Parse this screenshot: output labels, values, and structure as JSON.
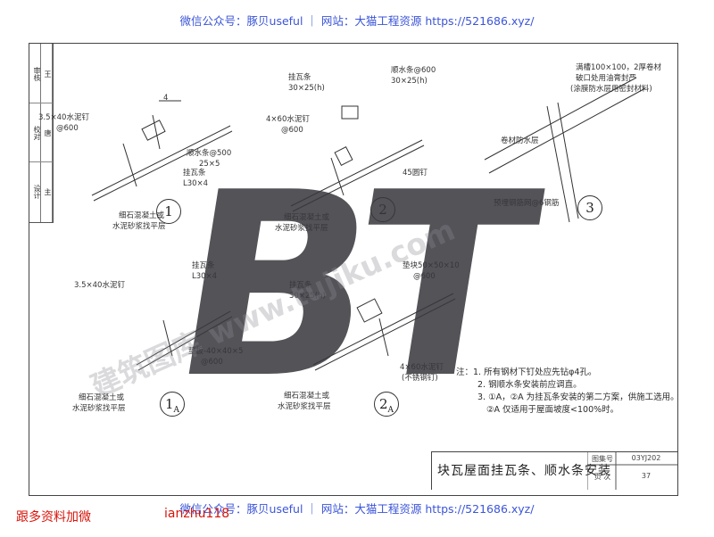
{
  "header": {
    "top_banner": "微信公众号：豚贝useful ｜ 网站：大猫工程资源 https://521686.xyz/",
    "bottom_banner": "微信公众号：豚贝useful ｜ 网站：大猫工程资源 https://521686.xyz/"
  },
  "title_block": {
    "col1": [
      "审核",
      "校对",
      "设计"
    ],
    "col2": [
      "王",
      "唐",
      "主"
    ]
  },
  "details": {
    "d1": {
      "number": "1",
      "labels": {
        "nail": "3.5×40水泥钉",
        "nail_spacing": "@600",
        "batten": "挂瓦条",
        "batten_size": "L30×4",
        "counter_batten": "顺水条@500",
        "counter_batten_size": "25×5",
        "screed": "细石混凝土或",
        "screed2": "水泥砂浆找平层",
        "dim_a": "4"
      }
    },
    "d2": {
      "number": "2",
      "labels": {
        "batten": "挂瓦条",
        "batten_size": "30×25(h)",
        "counter_batten": "顺水条@600",
        "counter_batten_size": "30×25(h)",
        "nail": "4×60水泥钉",
        "nail_spacing": "@600",
        "nail2": "45圆钉",
        "screed": "细石混凝土或",
        "screed2": "水泥砂浆找平层"
      }
    },
    "d3": {
      "number": "3",
      "labels": {
        "batten": "满槽100×100，2厚卷材",
        "batten2": "破口处用油膏封严",
        "batten3": "(涂膜防水层用密封材料)",
        "membrane": "卷材防水层",
        "rebar": "预埋钢筋网@6钢筋"
      }
    },
    "d1a": {
      "number": "1",
      "sub": "A",
      "labels": {
        "nail": "3.5×40水泥钉",
        "batten": "挂瓦条",
        "batten_size": "L30×4",
        "pad": "垫板-40×40×5",
        "pad_spacing": "@600",
        "screed": "细石混凝土或",
        "screed2": "水泥砂浆找平层"
      }
    },
    "d2a": {
      "number": "2",
      "sub": "A",
      "labels": {
        "pad": "垫块50×50×10",
        "pad_spacing": "@600",
        "batten": "挂瓦条",
        "batten_size": "30×25(h)",
        "nail": "4×60水泥钉",
        "nail_note": "(不锈钢钉)",
        "screed": "细石混凝土或",
        "screed2": "水泥砂浆找平层"
      }
    }
  },
  "notes": {
    "lines": [
      "注：1. 所有钢材下钉处应先钻φ4孔。",
      "2. 钢顺水条安装前应调直。",
      "3. ①A，②A 为挂瓦条安装的第二方案，供施工选用。",
      "②A 仅适用于屋面坡度<100%时。"
    ]
  },
  "bottom_block": {
    "title": "块瓦屋面挂瓦条、顺水条安装",
    "atlas_label": "图集号",
    "atlas_value": "03YJ202",
    "page_label": "页 次",
    "page_value": "37"
  },
  "watermark": {
    "big": "BT",
    "diagonal": "建筑图库 www.tujiku.com"
  },
  "footer": {
    "left_text": "跟多资料加微",
    "id_text": "ianzhu118"
  },
  "colors": {
    "banner": "#3b55d8",
    "footer": "#d8140a",
    "line": "#333333"
  }
}
